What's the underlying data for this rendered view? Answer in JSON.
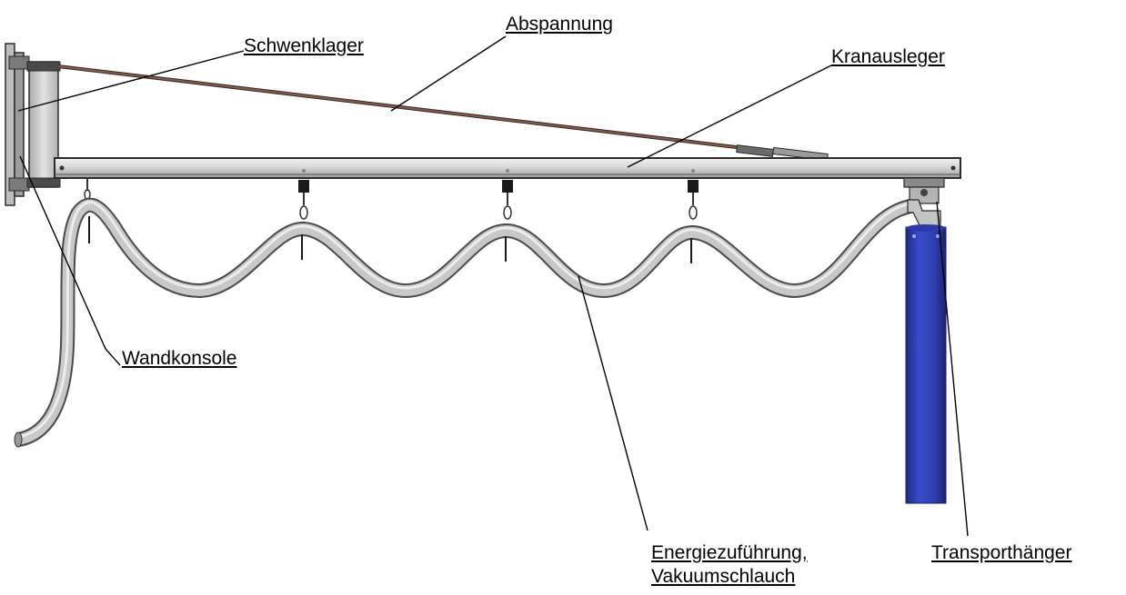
{
  "labels": {
    "abspannung": "Abspannung",
    "schwenklager": "Schwenklager",
    "kranausleger": "Kranausleger",
    "wandkonsole": "Wandkonsole",
    "energie_line1": "Energiezuführung,",
    "energie_line2": "Vakuumschlauch",
    "transporthaenger": "Transporthänger"
  },
  "colors": {
    "beam": "#d9d9d9",
    "outline": "#2b2b2b",
    "hose": "#c8c8c8",
    "hose_edge": "#5a5a5a",
    "cable": "#8a5a44",
    "tube": "#2f3fb0",
    "tube_dark": "#1e2a80"
  }
}
